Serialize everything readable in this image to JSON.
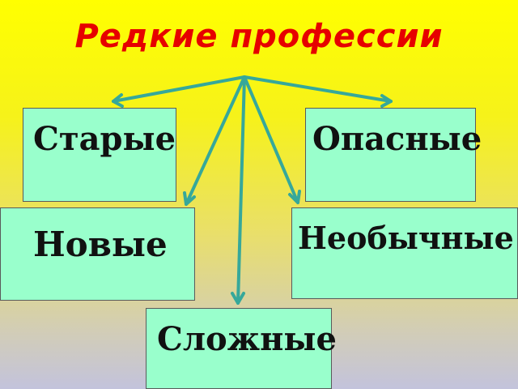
{
  "title": "Редкие профессии",
  "categories": {
    "old": "Старые",
    "dangerous": "Опасные",
    "new": "Новые",
    "unusual": "Необычные",
    "complex": "Сложные"
  },
  "colors": {
    "title": "#e60000",
    "box_fill": "#99ffcc",
    "arrow": "#36a89a"
  }
}
